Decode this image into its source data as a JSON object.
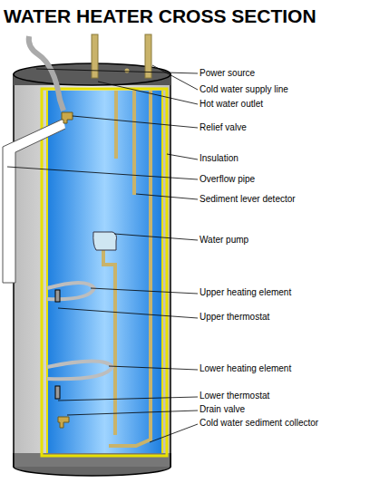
{
  "diagram": {
    "title": "WATER HEATER CROSS SECTION",
    "labels": [
      "Power source",
      "Cold water supply line",
      "Hot water outlet",
      "Relief valve",
      "Insulation",
      "Overflow pipe",
      "Sediment lever detector",
      "Water pump",
      "Upper heating element",
      "Upper thermostat",
      "Lower heating element",
      "Lower thermostat",
      "Drain valve",
      "Cold water sediment collector"
    ]
  }
}
